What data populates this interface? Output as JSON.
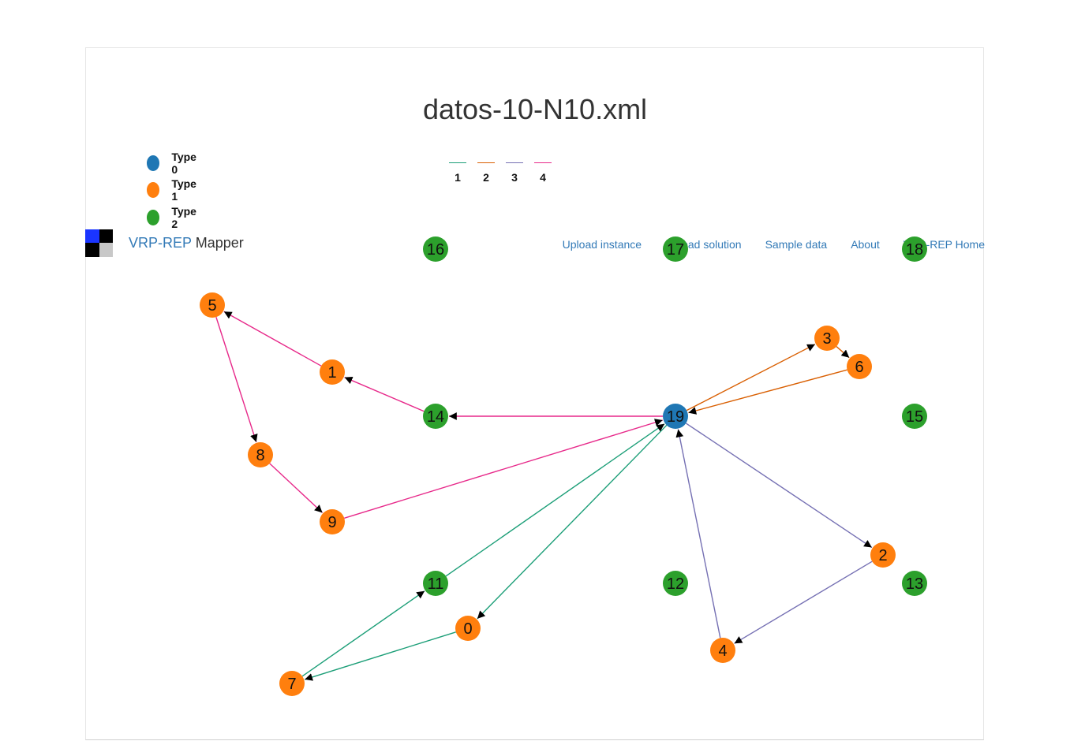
{
  "title": "datos-10-N10.xml",
  "navbar": {
    "brand_part1": "VRP-REP",
    "brand_part2": "Mapper",
    "links": [
      "Upload instance",
      "Upload solution",
      "Sample data",
      "About",
      "VRP-REP Home"
    ]
  },
  "node_legend": [
    {
      "label": "Type 0",
      "color": "#1f77b4"
    },
    {
      "label": "Type 1",
      "color": "#ff7f0e"
    },
    {
      "label": "Type 2",
      "color": "#2ca02c"
    }
  ],
  "route_legend": [
    {
      "label": "1",
      "color": "#1b9e77"
    },
    {
      "label": "2",
      "color": "#d95f02"
    },
    {
      "label": "3",
      "color": "#7570b3"
    },
    {
      "label": "4",
      "color": "#e7298a"
    }
  ],
  "graph": {
    "nodes": [
      {
        "id": "0",
        "type": 1
      },
      {
        "id": "1",
        "type": 1
      },
      {
        "id": "2",
        "type": 1
      },
      {
        "id": "3",
        "type": 1
      },
      {
        "id": "4",
        "type": 1
      },
      {
        "id": "5",
        "type": 1
      },
      {
        "id": "6",
        "type": 1
      },
      {
        "id": "7",
        "type": 1
      },
      {
        "id": "8",
        "type": 1
      },
      {
        "id": "9",
        "type": 1
      },
      {
        "id": "11",
        "type": 2
      },
      {
        "id": "12",
        "type": 2
      },
      {
        "id": "13",
        "type": 2
      },
      {
        "id": "14",
        "type": 2
      },
      {
        "id": "15",
        "type": 2
      },
      {
        "id": "16",
        "type": 2
      },
      {
        "id": "17",
        "type": 2
      },
      {
        "id": "18",
        "type": 2
      },
      {
        "id": "19",
        "type": 0
      }
    ],
    "routes": [
      {
        "route": 1,
        "path": [
          "19",
          "0",
          "7",
          "11",
          "19"
        ]
      },
      {
        "route": 2,
        "path": [
          "19",
          "3",
          "6",
          "19"
        ]
      },
      {
        "route": 3,
        "path": [
          "19",
          "2",
          "4",
          "19"
        ]
      },
      {
        "route": 4,
        "path": [
          "19",
          "14",
          "1",
          "5",
          "8",
          "9",
          "19"
        ]
      }
    ]
  }
}
